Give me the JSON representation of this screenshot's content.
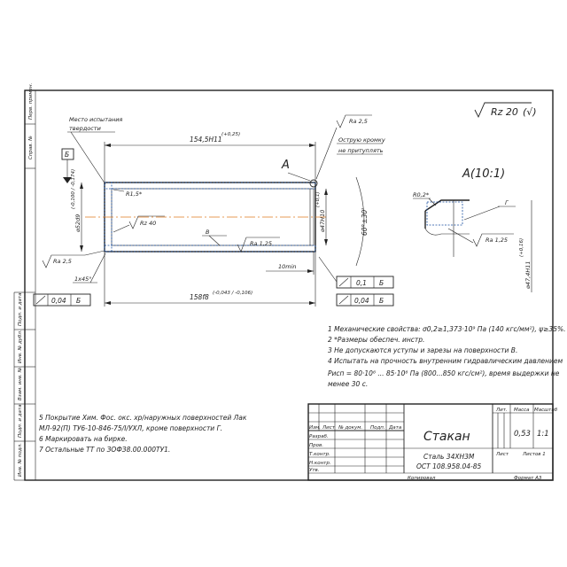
{
  "roughness_general": "Rz 20",
  "roughness_general_extra": "(√)",
  "left_strip": [
    "Перв. примен.",
    "Справ. №",
    "Подп. и дата",
    "Инв. № дубл.",
    "Взам. инв. №",
    "Подп. и дата",
    "Инв. № подл."
  ],
  "labels": {
    "hardness_place_1": "Место испытания",
    "hardness_place_2": "твердости",
    "sharp_edge_1": "Острую кромку",
    "sharp_edge_2": "не притуплять",
    "datum_b": "Б",
    "section_a": "А",
    "detail_a": "А(10:1)",
    "surface_v": "В",
    "surface_g": "Г"
  },
  "dimensions": {
    "length_top": "154,5H11",
    "length_top_tol": "(+0,25)",
    "length_bottom": "158f8",
    "length_bottom_tol": "(-0,043 / -0,106)",
    "dia_left": "⌀52d9",
    "dia_left_tol": "(-0,100 / -0,174)",
    "dia_inner": "⌀47H10",
    "dia_inner_tol": "(+0,1)",
    "angle": "60°±30'",
    "radius_15": "R1,5*",
    "rz40": "Rz 40",
    "ra125_main": "Ra 1,25",
    "ra25_top": "Ra 2,5",
    "ra25_left": "Ra 2,5",
    "chamfer": "1x45°",
    "length_10min": "10min",
    "detail_radius": "R0,2*",
    "detail_ra": "Ra 1,25",
    "detail_dia": "⌀47,4H11",
    "detail_dia_tol": "(+0,16)"
  },
  "tolerance_frames": {
    "left_value": "0,04",
    "left_datum": "Б",
    "right_top_value": "0,1",
    "right_top_datum": "Б",
    "right_bottom_value": "0,04",
    "right_bottom_datum": "Б"
  },
  "notes_right": [
    "1 Механические свойства: σ0,2≥1,373·10⁹ Па (140 кгс/мм²), ψ≥35%.",
    "2 *Размеры обеспеч. инстр.",
    "3 Не допускаются уступы и зарезы на поверхности В.",
    "4 Испытать на прочность внутренним гидравлическим давлением",
    "Pисп = 80·10⁶ ... 85·10⁶ Па (800...850 кгс/см²), время выдержки не",
    "менее 30 с."
  ],
  "notes_left": [
    "5 Покрытие Хим. Фос. окс. хр/наружных поверхностей Лак",
    "МЛ-92(П) ТУ6-10-846-75/I/УХЛ, кроме поверхности Г.",
    "6 Маркировать на бирке.",
    "7 Остальные ТТ по ЗОФЗ8.00.000ТУ1."
  ],
  "title_block": {
    "part_name": "Стакан",
    "material_1": "Сталь 34ХН3М",
    "material_2": "ОСТ 108.958.04-85",
    "mass": "0,53",
    "scale": "1:1",
    "sheet": "Лист",
    "sheets": "Листов 1",
    "col_lit": "Лит.",
    "col_mass": "Масса",
    "col_scale": "Масштаб",
    "col_izm": "Изм.",
    "col_list": "Лист",
    "col_doc": "№ докум.",
    "col_sign": "Подп.",
    "col_date": "Дата",
    "row_razrab": "Разраб.",
    "row_prov": "Пров.",
    "row_tkontr": "Т.контр.",
    "row_nkontr": "Н.контр.",
    "row_utv": "Утв.",
    "copied": "Копировал",
    "format": "Формат А3"
  }
}
